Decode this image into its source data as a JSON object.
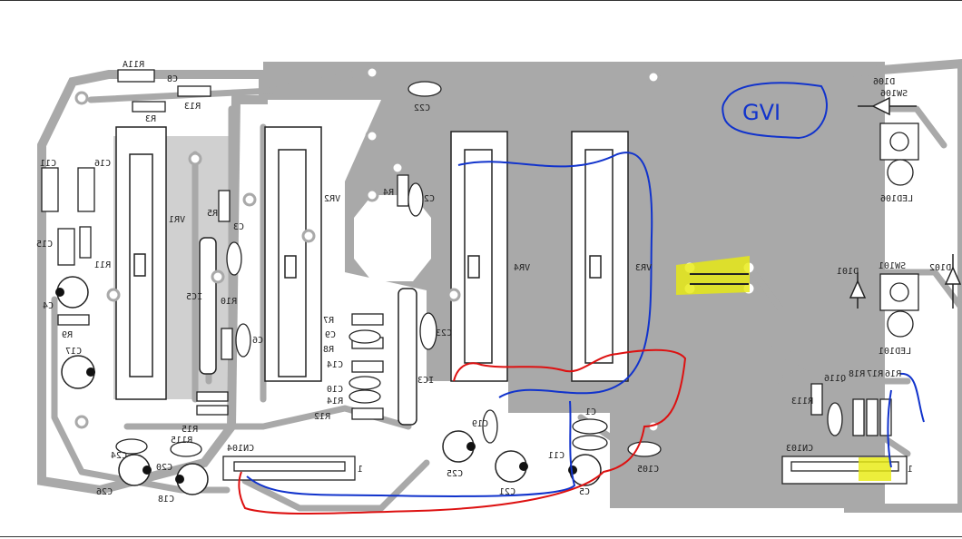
{
  "annotation_text": "GVI",
  "labels": {
    "r11a": "R11A",
    "c8": "C8",
    "r13": "R13",
    "r3": "R3",
    "c22": "C22",
    "c11": "C11",
    "c16": "C16",
    "c15": "C15",
    "r11": "R11",
    "vr1": "VR1",
    "r5": "R5",
    "c3": "C3",
    "vr2": "VR2",
    "r4": "R4",
    "c2": "C2",
    "vr4": "VR4",
    "vr3": "VR3",
    "ic5": "IC5",
    "r10": "R10",
    "c6": "C6",
    "r9": "R9",
    "c4": "C4",
    "c17": "C17",
    "r7": "R7",
    "c9": "C9",
    "r8": "R8",
    "c14": "C14",
    "c10": "C10",
    "r14": "R14",
    "r12": "R12",
    "ic3": "IC3",
    "c23": "C23",
    "c1": "C1",
    "c19": "C19",
    "c25": "C25",
    "c21": "C21",
    "c11b": "C11",
    "c5": "C5",
    "c105": "C105",
    "c24": "C24",
    "r15": "R15",
    "r115": "R115",
    "c20": "C20",
    "c26": "C26",
    "c18": "C18",
    "cn104": "CN104",
    "cn104_pin1": "1",
    "cn103": "CN103",
    "cn103_pin1": "1",
    "d106": "D106",
    "sw106": "SW106",
    "led106": "LED106",
    "d101": "D101",
    "sw101": "SW101",
    "led101": "LED101",
    "d102": "D102",
    "r113": "R113",
    "q116": "Q116",
    "r18": "R18",
    "r17": "R17",
    "r16": "R16"
  },
  "colors": {
    "copper_fill": "#a9a9a9",
    "trace": "#a9a9a9",
    "silkscreen": "#222222",
    "pad": "#ffffff",
    "blue_ink": "#1133cc",
    "red_ink": "#dd1111",
    "highlighter": "#e8ea10"
  }
}
